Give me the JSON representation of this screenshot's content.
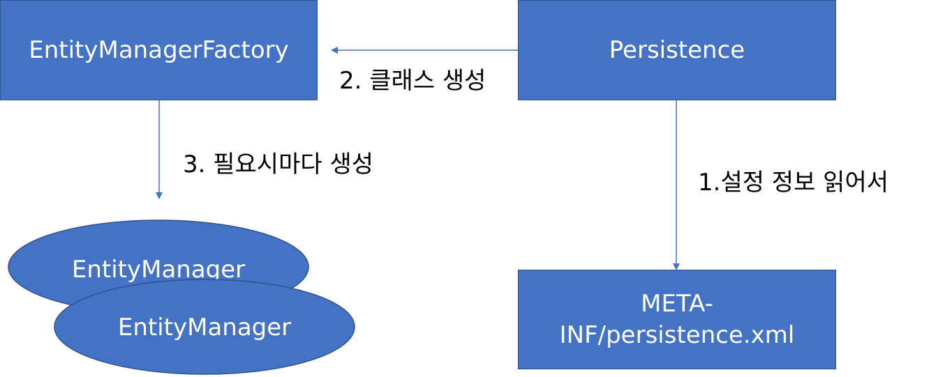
{
  "nodes": {
    "entity_manager_factory": "EntityManagerFactory",
    "persistence": "Persistence",
    "persistence_xml_line1": "META-",
    "persistence_xml_line2": "INF/persistence.xml",
    "entity_manager_back": "EntityManager",
    "entity_manager_front": "EntityManager"
  },
  "edges": {
    "read_config": "1.설정 정보 읽어서",
    "create_class": "2. 클래스 생성",
    "create_on_demand": "3. 필요시마다 생성"
  },
  "colors": {
    "node_fill": "#4472c4",
    "node_border": "#2f528f",
    "arrow": "#4472c4",
    "node_text": "#ffffff",
    "edge_text": "#000000"
  }
}
